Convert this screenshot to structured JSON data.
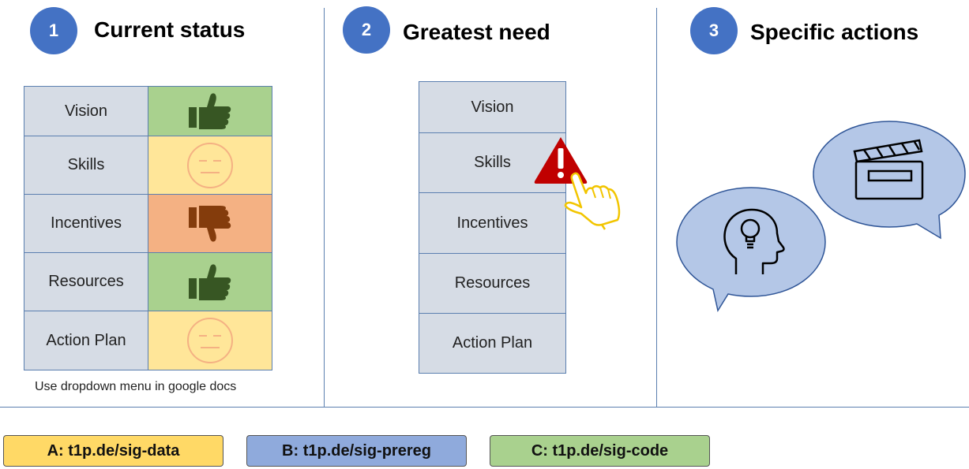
{
  "columns": [
    {
      "number": "1",
      "title": "Current status"
    },
    {
      "number": "2",
      "title": "Greatest need"
    },
    {
      "number": "3",
      "title": "Specific actions"
    }
  ],
  "status_table": [
    {
      "label": "Vision",
      "status": "thumbs-up",
      "color": "#a9d18e"
    },
    {
      "label": "Skills",
      "status": "neutral-face",
      "color": "#ffe699"
    },
    {
      "label": "Incentives",
      "status": "thumbs-down",
      "color": "#f4b183"
    },
    {
      "label": "Resources",
      "status": "thumbs-up",
      "color": "#a9d18e"
    },
    {
      "label": "Action Plan",
      "status": "neutral-face",
      "color": "#ffe699"
    }
  ],
  "status_caption": "Use dropdown menu in google docs",
  "need_list": [
    "Vision",
    "Skills",
    "Incentives",
    "Resources",
    "Action Plan"
  ],
  "need_highlight": {
    "item": "Skills",
    "icons": [
      "warning-icon",
      "pointing-hand-icon"
    ]
  },
  "actions_icons": [
    "head-lightbulb-icon",
    "clapperboard-icon"
  ],
  "links": [
    {
      "label": "A: t1p.de/sig-data",
      "color": "#ffd966"
    },
    {
      "label": "B: t1p.de/sig-prereg",
      "color": "#8faadc"
    },
    {
      "label": "C: t1p.de/sig-code",
      "color": "#a9d18e"
    }
  ]
}
